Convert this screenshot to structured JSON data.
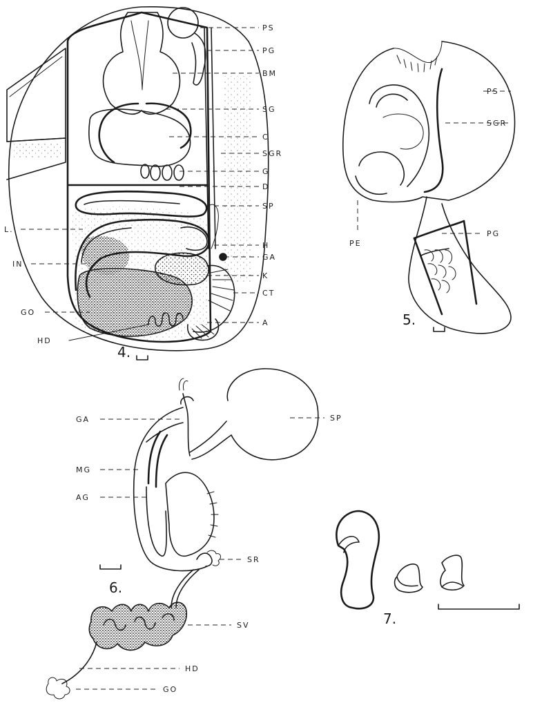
{
  "figures": [
    {
      "id": "4",
      "caption": "4.",
      "labels": [
        "PS",
        "PG",
        "BM",
        "SG",
        "C",
        "SGR",
        "G",
        "D",
        "SP",
        "L.",
        "IN",
        "GO",
        "HD",
        "H",
        "GA",
        "K",
        "CT",
        "A"
      ]
    },
    {
      "id": "5",
      "caption": "5.",
      "labels": [
        "PS",
        "SGR",
        "PE",
        "PG"
      ]
    },
    {
      "id": "6",
      "caption": "6.",
      "labels": [
        "GA",
        "SP",
        "MG",
        "AG",
        "SR",
        "SV",
        "HD",
        "GO"
      ]
    },
    {
      "id": "7",
      "caption": "7.",
      "labels": []
    }
  ],
  "f4": {
    "caption": "4.",
    "PS": "PS",
    "PG": "PG",
    "BM": "BM",
    "SG": "SG",
    "C": "C",
    "SGR": "SGR",
    "G": "G",
    "D": "D",
    "SP": "SP",
    "L": "L.",
    "IN": "IN",
    "GO": "GO",
    "HD": "HD",
    "H": "H",
    "GA": "GA",
    "K": "K",
    "CT": "CT",
    "A": "A"
  },
  "f5": {
    "caption": "5.",
    "PS": "PS",
    "SGR": "SGR",
    "PE": "PE",
    "PG": "PG"
  },
  "f6": {
    "caption": "6.",
    "GA": "GA",
    "SP": "SP",
    "MG": "MG",
    "AG": "AG",
    "SR": "SR",
    "SV": "SV",
    "HD": "HD",
    "GO": "GO"
  },
  "f7": {
    "caption": "7."
  }
}
